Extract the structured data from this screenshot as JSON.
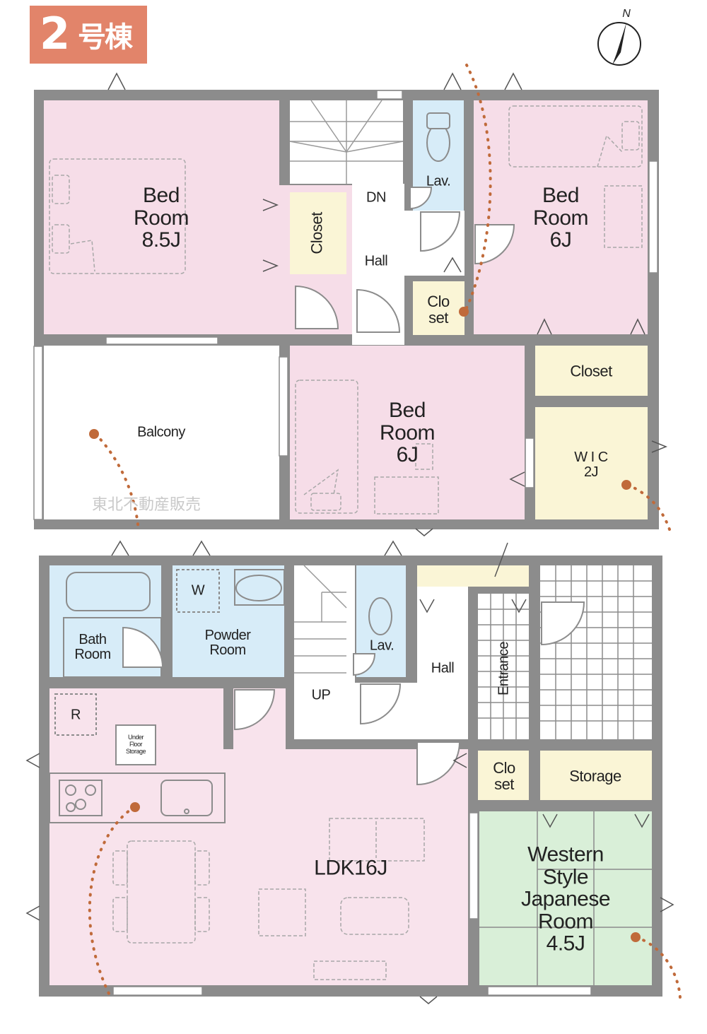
{
  "badge": {
    "number": "2",
    "text": "号棟"
  },
  "compass": {
    "label": "N"
  },
  "watermark": "東北不動産販売",
  "second_floor": {
    "bedroom_master": "Bed\nRoom\n8.5J",
    "bedroom_east": "Bed\nRoom\n6J",
    "bedroom_center": "Bed\nRoom\n6J",
    "closet_a": "Closet",
    "closet_b": "Clo\nset",
    "closet_c": "Closet",
    "wic": "W I C\n2J",
    "lav": "Lav.",
    "hall": "Hall",
    "stairs": "DN",
    "balcony": "Balcony"
  },
  "first_floor": {
    "bath": "Bath\nRoom",
    "powder": "Powder\nRoom",
    "washer": "W",
    "lav": "Lav.",
    "stairs": "UP",
    "hall": "Hall",
    "entrance": "Entrance",
    "fridge": "R",
    "under_floor": "Under\nFloor\nStorage",
    "ldk": "LDK16J",
    "closet": "Clo\nset",
    "storage": "Storage",
    "japanese": "Western\nStyle\nJapanese\nRoom\n4.5J"
  },
  "colors": {
    "wall": "#8c8c8c",
    "bedroom": "#f6dde8",
    "closet": "#faf5d6",
    "wet": "#d7ecf8",
    "ldk": "#f8e3ec",
    "tatami": "#d9efd8",
    "path": "#c06a3a"
  }
}
